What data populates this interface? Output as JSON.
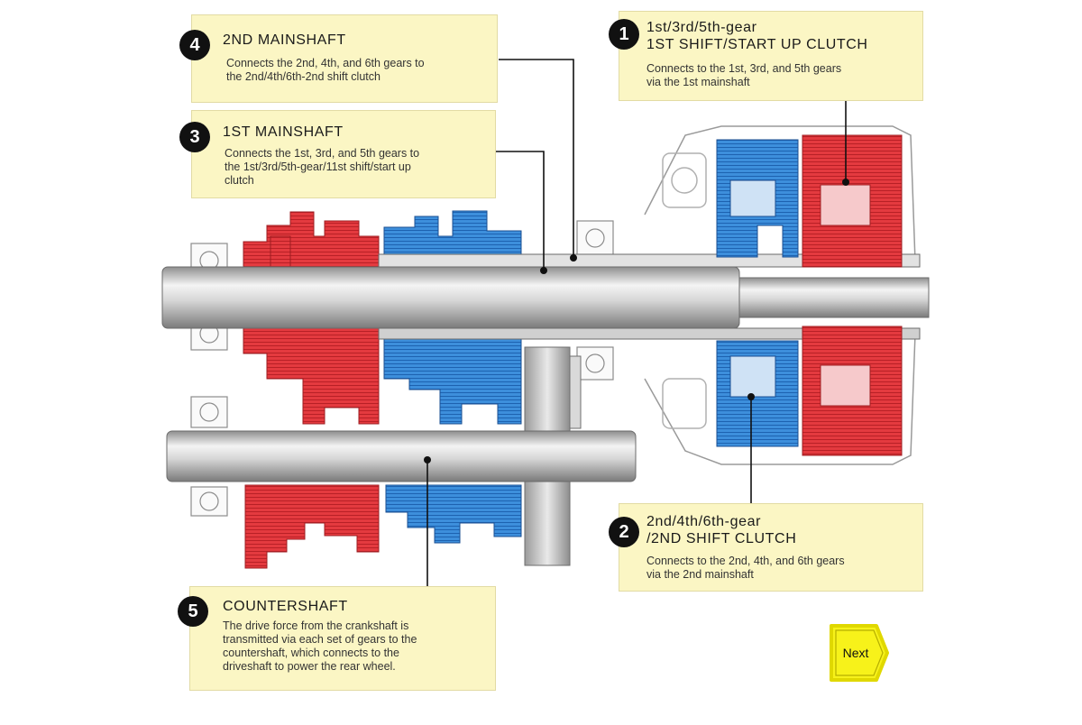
{
  "callouts": {
    "c1": {
      "number": "1",
      "title": "1st/3rd/5th-gear\n1ST SHIFT/START UP CLUTCH",
      "description": "Connects to the 1st, 3rd, and 5th gears\nvia the 1st mainshaft"
    },
    "c2": {
      "number": "2",
      "title": "2nd/4th/6th-gear\n/2ND SHIFT CLUTCH",
      "description": "Connects to the 2nd, 4th, and 6th gears\nvia the 2nd mainshaft"
    },
    "c3": {
      "number": "3",
      "title": "1ST MAINSHAFT",
      "description": "Connects the 1st, 3rd, and 5th gears to\nthe 1st/3rd/5th-gear/11st shift/start up\nclutch"
    },
    "c4": {
      "number": "4",
      "title": "2ND MAINSHAFT",
      "description": "Connects the 2nd, 4th, and 6th gears to\nthe 2nd/4th/6th-2nd shift clutch"
    },
    "c5": {
      "number": "5",
      "title": "COUNTERSHAFT",
      "description": "The drive force from the crankshaft is\ntransmitted via each set of gears to the\ncountershaft, which connects to the\ndriveshaft to power the rear wheel."
    }
  },
  "navigation": {
    "next_label": "Next"
  },
  "colors": {
    "callout_bg": "#fbf6c4",
    "first_gear_set": "#e8323a",
    "second_gear_set": "#2f86d6",
    "shaft": "#c9c9c9",
    "next_button": "#f7f21a"
  }
}
